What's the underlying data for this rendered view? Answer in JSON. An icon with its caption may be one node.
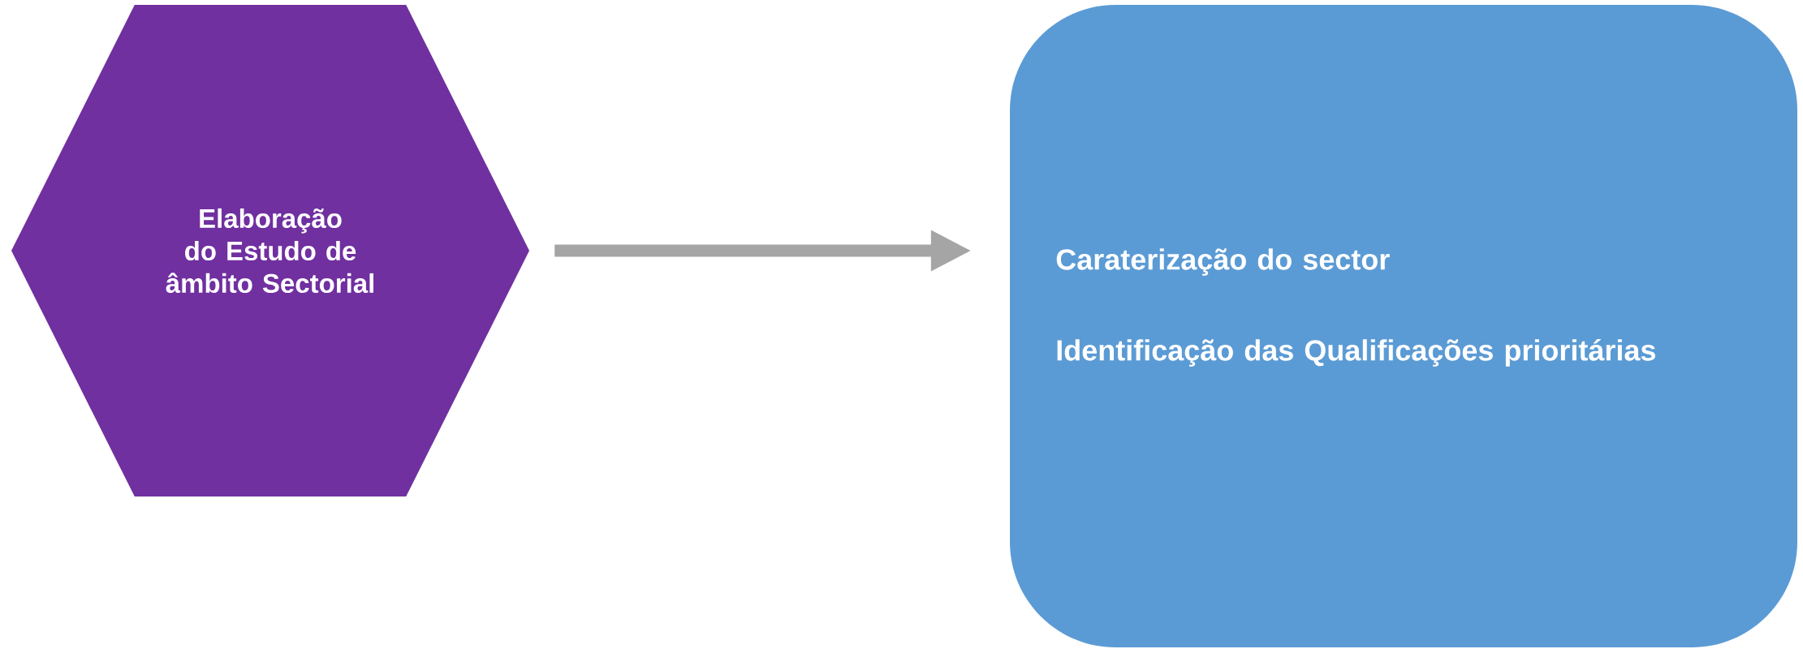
{
  "diagram": {
    "nodes": [
      {
        "text": [
          "Elaboração do Estudo de âmbito Sectorial"
        ]
      },
      {
        "text": [
          "Caraterização do sector",
          "Identificação das Qualificações prioritárias"
        ]
      }
    ],
    "edges": [
      {
        "from": 0,
        "to": 1,
        "arrow": "to",
        "color": "#a5a5a5"
      }
    ]
  }
}
